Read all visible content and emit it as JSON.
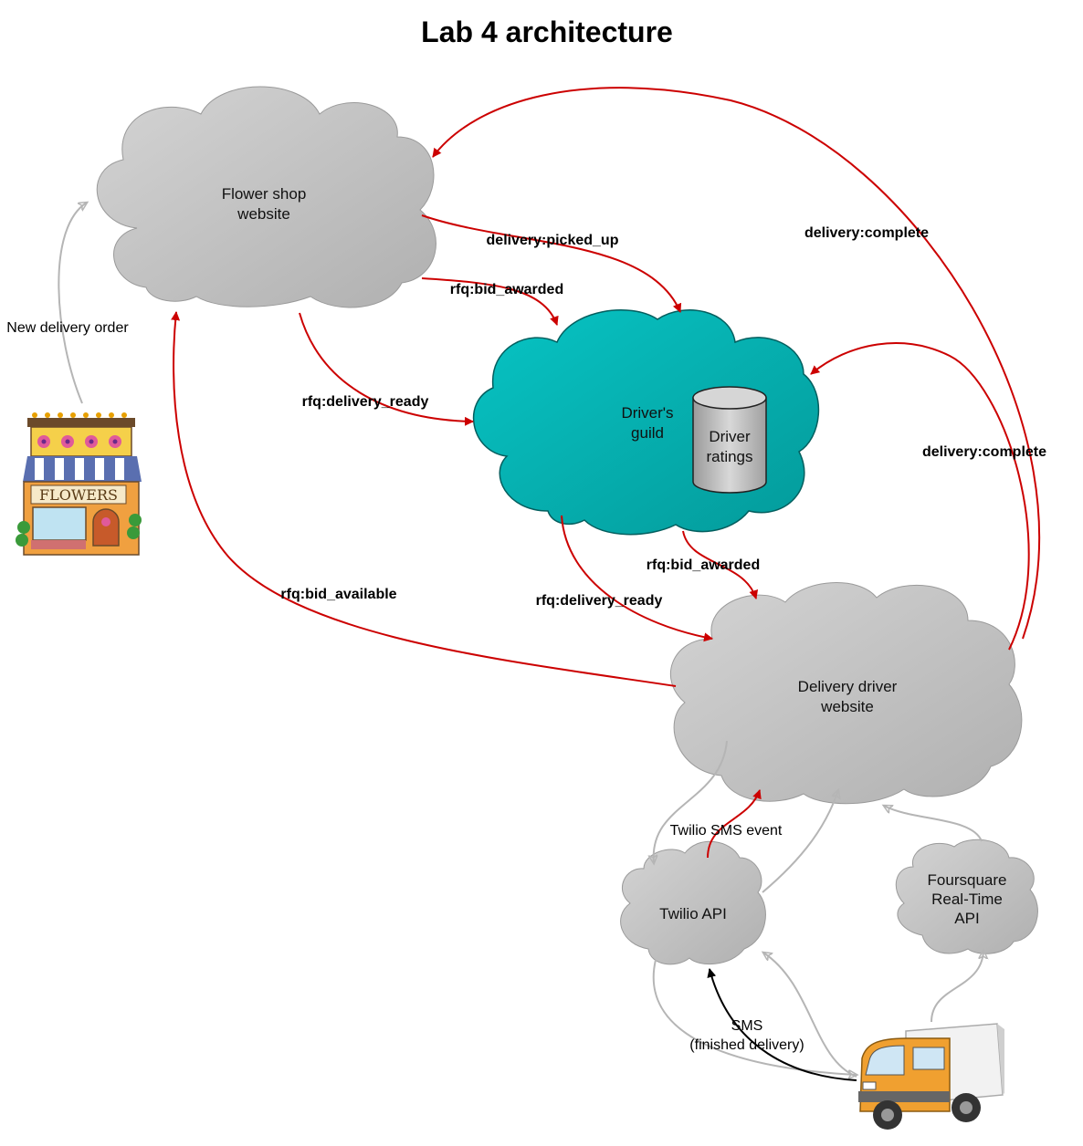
{
  "title": "Lab 4 architecture",
  "colors": {
    "gray_cloud": "#bdbdbd",
    "teal_cloud": "#06b0b0",
    "red_edge": "#cc0000",
    "gray_edge": "#b5b5b5",
    "black_edge": "#000000"
  },
  "nodes": {
    "flower_shop": {
      "line1": "Flower shop",
      "line2": "website"
    },
    "drivers_guild": {
      "line1": "Driver's",
      "line2": "guild"
    },
    "driver_ratings": {
      "line1": "Driver",
      "line2": "ratings"
    },
    "delivery_driver": {
      "line1": "Delivery driver",
      "line2": "website"
    },
    "twilio_api": {
      "line1": "Twilio API"
    },
    "foursquare": {
      "line1": "Foursquare",
      "line2": "Real-Time",
      "line3": "API"
    },
    "flower_store_image": {
      "sign": "FLOWERS",
      "icon": "flower-store-illustration"
    },
    "truck_image": {
      "icon": "delivery-truck-illustration"
    }
  },
  "edges": {
    "new_delivery_order": "New delivery order",
    "delivery_picked_up": "delivery:picked_up",
    "rfq_bid_awarded_shop": "rfq:bid_awarded",
    "rfq_delivery_ready_shop": "rfq:delivery_ready",
    "delivery_complete_shop": "delivery:complete",
    "delivery_complete_guild": "delivery:complete",
    "rfq_bid_available": "rfq:bid_available",
    "rfq_bid_awarded_guild": "rfq:bid_awarded",
    "rfq_delivery_ready_guild": "rfq:delivery_ready",
    "twilio_sms_event": "Twilio SMS event",
    "sms_line1": "SMS",
    "sms_line2": "(finished delivery)"
  }
}
